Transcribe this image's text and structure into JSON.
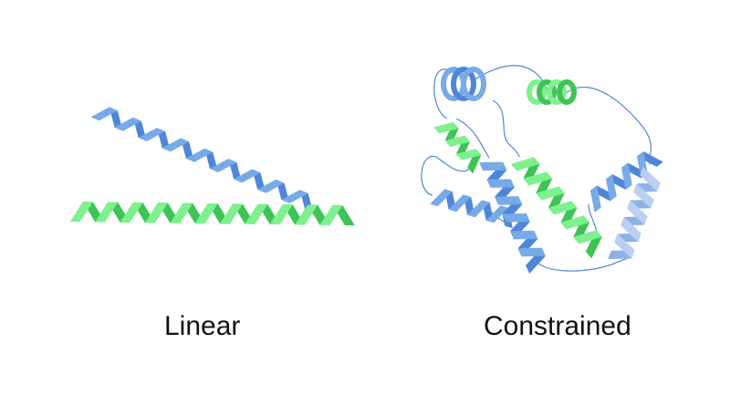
{
  "labels": {
    "linear": "Linear",
    "constrained": "Constrained"
  },
  "colors": {
    "blue_front": "#78a9e8",
    "blue_back": "#4f86d8",
    "green_front": "#7ef08e",
    "green_back": "#3ec456",
    "pale_blue_front": "#b9d0f3",
    "pale_blue_back": "#8fb2e6",
    "loop": "#4f86d8"
  },
  "panels": {
    "linear": {
      "helices": [
        {
          "name": "linear-blue-helix",
          "color": "blue"
        },
        {
          "name": "linear-green-helix",
          "color": "green"
        }
      ]
    },
    "constrained": {
      "helices": [
        {
          "name": "constrained-blue-top-coil",
          "color": "blue"
        },
        {
          "name": "constrained-green-top-coil",
          "color": "green"
        },
        {
          "name": "constrained-green-left-helix",
          "color": "green"
        },
        {
          "name": "constrained-blue-lower-left-helix",
          "color": "blue"
        },
        {
          "name": "constrained-blue-central-helix",
          "color": "blue"
        },
        {
          "name": "constrained-green-central-helix",
          "color": "green"
        },
        {
          "name": "constrained-blue-right-helix",
          "color": "blue"
        },
        {
          "name": "constrained-pale-blue-right-helix",
          "color": "pale_blue"
        }
      ]
    }
  }
}
